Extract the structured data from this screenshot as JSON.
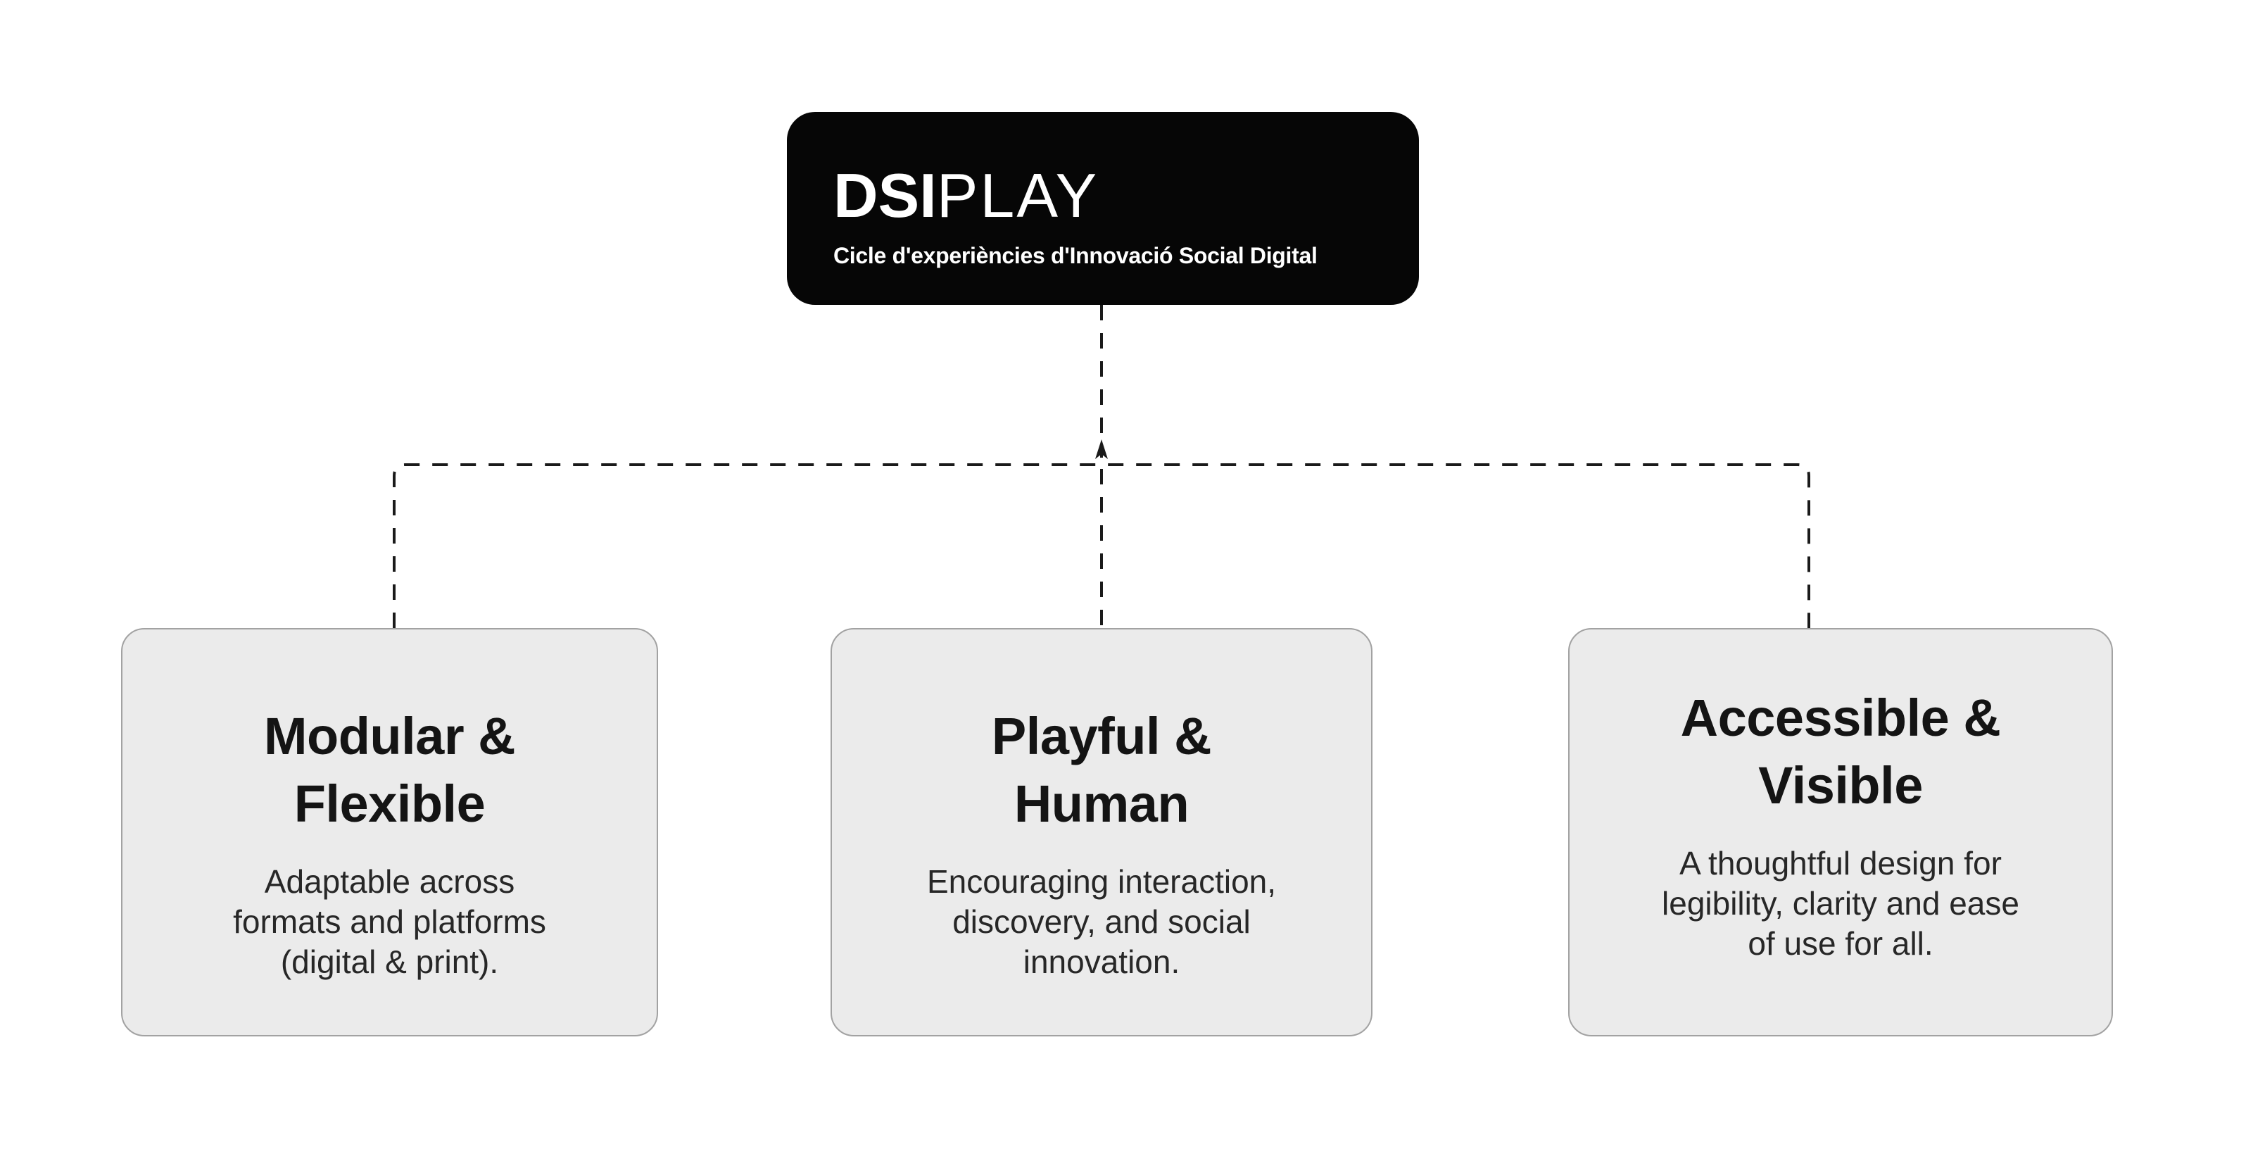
{
  "header": {
    "logo_bold": "DSI",
    "logo_light": "PLAY",
    "subtitle": "Cicle d'experiències d'Innovació Social Digital"
  },
  "cards": [
    {
      "title_lines": [
        "Modular &",
        "Flexible"
      ],
      "body_lines": [
        "Adaptable across",
        "formats and platforms",
        "(digital & print)."
      ]
    },
    {
      "title_lines": [
        "Playful &",
        "Human"
      ],
      "body_lines": [
        "Encouraging interaction,",
        "discovery, and social",
        "innovation."
      ]
    },
    {
      "title_lines": [
        "Accessible &",
        "Visible"
      ],
      "body_lines": [
        "A thoughtful design for",
        "legibility, clarity and ease",
        "of use for all."
      ]
    }
  ],
  "connectors": {
    "style": "dashed",
    "direction": "root-to-three-children",
    "arrow": "up-arrowhead-at-center-junction"
  },
  "colors": {
    "line": "#1a1a1a",
    "root_bg": "#060606",
    "root_text": "#ffffff",
    "card_bg": "#ebebeb",
    "card_border": "#a2a2a2",
    "title": "#141414",
    "body": "#272727",
    "page_bg": "#ffffff"
  }
}
